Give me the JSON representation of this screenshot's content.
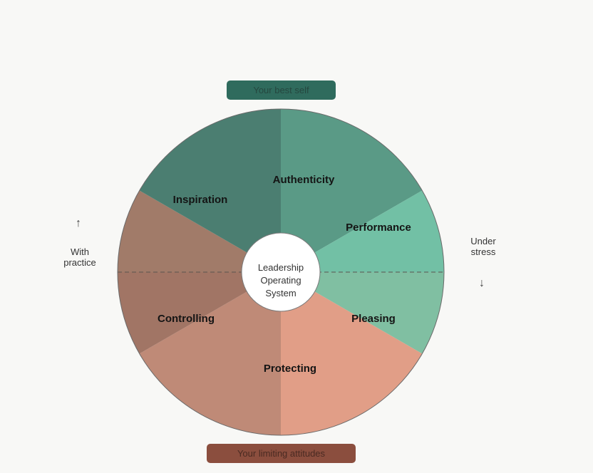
{
  "top_label": "Your best self",
  "bottom_label": "Your limiting attitudes",
  "center_label": [
    "Leadership",
    "Operating",
    "System"
  ],
  "left_note": [
    "With",
    "practice"
  ],
  "right_note": [
    "Under",
    "stress"
  ],
  "arrows": {
    "up": "↑",
    "down": "↓"
  },
  "segments": [
    {
      "label": "Authenticity",
      "color": "#5a9a86"
    },
    {
      "label": "Performance",
      "color": "#72c0a5"
    },
    {
      "label": "Pleasing",
      "color": "#80bfa2"
    },
    {
      "label": "Protecting",
      "color": "#e19e87"
    },
    {
      "label": "Controlling",
      "color": "#bf8a77"
    },
    {
      "label": "Inspiration",
      "color": "#4b7e71"
    }
  ],
  "extra_colors": {
    "inspiration_lower": "#a27766",
    "controlling_upper": "#a17b69",
    "controlling_left": "#a17565"
  }
}
